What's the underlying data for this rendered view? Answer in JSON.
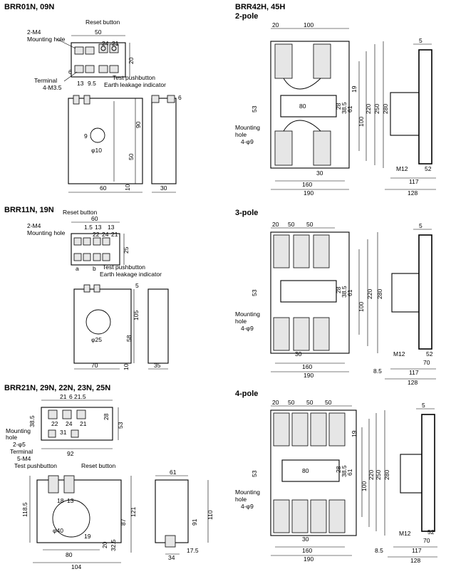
{
  "sections": {
    "brr01": {
      "title": "BRR01N, 09N",
      "labels": {
        "reset": "Reset button",
        "mount": "2-M4",
        "mount2": "Mounting hole",
        "terminal": "Terminal",
        "terminal2": "4-M3.5",
        "test": "Test pushbutton",
        "earth": "Earth leakage indicator",
        "phi": "φ10"
      },
      "dims": [
        "50",
        "24",
        "21",
        "20",
        "6",
        "13",
        "9.5",
        "6",
        "9",
        "90",
        "50",
        "60",
        "10",
        "30"
      ]
    },
    "brr11": {
      "title": "BRR11N, 19N",
      "labels": {
        "reset": "Reset button",
        "mount": "2-M4",
        "mount2": "Mounting hole",
        "test": "Test pushbutton",
        "earth": "Earth leakage indicator",
        "a": "a",
        "b": "b",
        "phi": "φ25"
      },
      "dims": [
        "60",
        "1.5",
        "13",
        "13",
        "22",
        "24",
        "21",
        "25",
        "5",
        "105",
        "58",
        "70",
        "10",
        "35"
      ]
    },
    "brr21": {
      "title": "BRR21N, 29N, 22N, 23N, 25N",
      "labels": {
        "mount": "Mounting",
        "mount2": "hole",
        "mount3": "2-φ5",
        "terminal": "Terminal",
        "terminal2": "5-M4",
        "test": "Test pushbutton",
        "reset": "Reset button",
        "phi": "φ40"
      },
      "dims": [
        "21",
        "6",
        "21.5",
        "38.5",
        "28",
        "53",
        "92",
        "22",
        "24",
        "21",
        "31",
        "118.5",
        "18",
        "13",
        "19",
        "121",
        "87",
        "80",
        "20",
        "32.5",
        "104",
        "61",
        "91",
        "110",
        "34",
        "17.5"
      ]
    },
    "brr42": {
      "title": "BRR42H, 45H",
      "subtitle": "2-pole",
      "labels": {
        "mount": "Mounting",
        "mount2": "hole",
        "mount3": "4-φ9",
        "m12": "M12"
      },
      "dims": [
        "20",
        "100",
        "5",
        "19",
        "53",
        "80",
        "28",
        "38.5",
        "61",
        "100",
        "220",
        "250",
        "280",
        "30",
        "160",
        "190",
        "52",
        "117",
        "128"
      ]
    },
    "pole3": {
      "title": "3-pole",
      "labels": {
        "mount": "Mounting",
        "mount2": "hole",
        "mount3": "4-φ9",
        "m12": "M12"
      },
      "dims": [
        "20",
        "50",
        "50",
        "5",
        "53",
        "28",
        "38.5",
        "61",
        "100",
        "220",
        "280",
        "30",
        "160",
        "190",
        "52",
        "70",
        "117",
        "128",
        "8.5"
      ]
    },
    "pole4": {
      "title": "4-pole",
      "labels": {
        "mount": "Mounting",
        "mount2": "hole",
        "mount3": "4-φ9",
        "m12": "M12"
      },
      "dims": [
        "20",
        "50",
        "50",
        "50",
        "5",
        "19",
        "53",
        "80",
        "28",
        "38.5",
        "61",
        "100",
        "220",
        "250",
        "280",
        "30",
        "160",
        "190",
        "52",
        "70",
        "117",
        "128",
        "8.5"
      ]
    }
  }
}
